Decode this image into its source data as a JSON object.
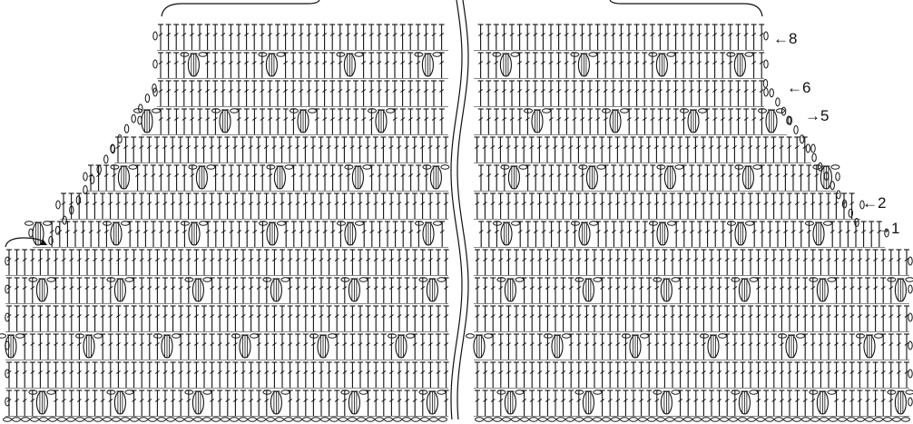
{
  "diagram": {
    "type": "crochet-stitch-chart",
    "row_labels": [
      {
        "text": "←8",
        "row": 8
      },
      {
        "text": "←6",
        "row": 6
      },
      {
        "text": "→5",
        "row": 5
      },
      {
        "text": "←2",
        "row": 2
      },
      {
        "text": "→1",
        "row": 1
      }
    ],
    "stitch_symbols": [
      "double-crochet",
      "bobble",
      "chain",
      "turning-chain"
    ],
    "colors": {
      "ink": "#111111",
      "background": "#ffffff"
    }
  }
}
